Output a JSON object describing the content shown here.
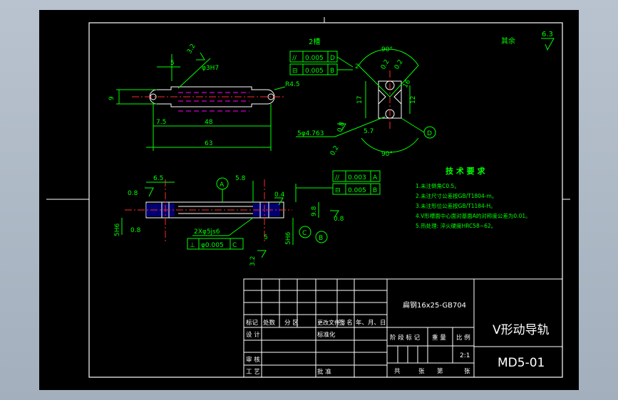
{
  "drawing": {
    "view_label_2": "2槽",
    "roughness_other_label": "其余",
    "roughness_other_value": "6.3",
    "top_view": {
      "dim_5": "5",
      "dim_3h7": "φ3H7",
      "dim_r45": "R4.5",
      "dim_9": "9",
      "dim_75": "7.5",
      "dim_48": "48",
      "dim_63": "63",
      "rough_32": "3.2"
    },
    "right_view": {
      "tol1_sym": "//",
      "tol1_val": "0.005",
      "tol1_ref": "D",
      "tol2_sym": "⊟",
      "tol2_val": "0.005",
      "tol2_ref": "B",
      "ang_90_top": "90°",
      "ang_90_bottom": "90°",
      "dim_2": "2",
      "dim_16": "16",
      "dim_17": "17",
      "dim_12": "12",
      "dim_08": "0.8",
      "dim_57": "5.7",
      "dim_02": "0.2",
      "dim_5phi": "5φ4.763",
      "ref_d": "D",
      "rough_r1": "0.2",
      "rough_r2": "0.2"
    },
    "front_view": {
      "dim_65": "6.5",
      "dim_58": "5.8",
      "dim_04": "0.4",
      "dim_08a": "0.8",
      "dim_08b": "0.8",
      "dim_08c": "0.8",
      "dim_5h6a": "5H6",
      "dim_5h6b": "5H6",
      "dim_98": "9.8",
      "dim_5": "5",
      "dim_32": "3.2",
      "dim_2x5js6": "2Xφ5js6",
      "ref_a": "A",
      "ref_c": "C",
      "ref_b": "B",
      "tol3_sym": "//",
      "tol3_val": "0.003",
      "tol3_ref": "A",
      "tol4_sym": "⊟",
      "tol4_val": "0.005",
      "tol4_ref": "B",
      "tol5_sym": "⊥",
      "tol5_val": "φ0.005",
      "tol5_ref": "C"
    },
    "tech_req": {
      "title": "技 术 要 求",
      "items": [
        "1.未注倒角C0.5。",
        "2.未注尺寸公差按GB/T1804-m。",
        "3.未注形位公差按GB/T1184-H。",
        "4.V形槽面中心面对基面A的对称度公差为0.01。",
        "5.热处理: 淬火硬度HRC58~62。"
      ]
    }
  },
  "title_block": {
    "material": "扁钢16x25-GB704",
    "part_name": "V形动导轨",
    "drawing_no": "MD5-01",
    "scale": "2:1",
    "h_mark": "标记",
    "h_count": "处数",
    "h_zone": "分 区",
    "h_docno": "更改文件号",
    "h_sign": "签 名",
    "h_date": "年、月、日",
    "design": "设 计",
    "standard": "标准化",
    "stage_mark": "阶 段 标 记",
    "weight": "重 量",
    "ratio": "比 例",
    "check": "审 核",
    "process": "工 艺",
    "approve": "批 准",
    "total": "共",
    "sheets": "张",
    "sheet_no": "第",
    "sheet_suffix": "张"
  }
}
